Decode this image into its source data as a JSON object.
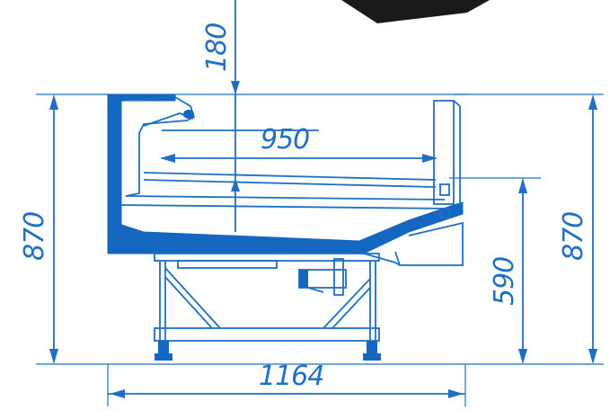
{
  "dimensions": {
    "top_clearance": "180",
    "shelf_depth": "950",
    "total_height_left": "870",
    "total_height_right": "870",
    "counter_height": "590",
    "total_depth": "1164"
  },
  "colors": {
    "line": "#1f6fc4",
    "body": "#1566c0"
  }
}
